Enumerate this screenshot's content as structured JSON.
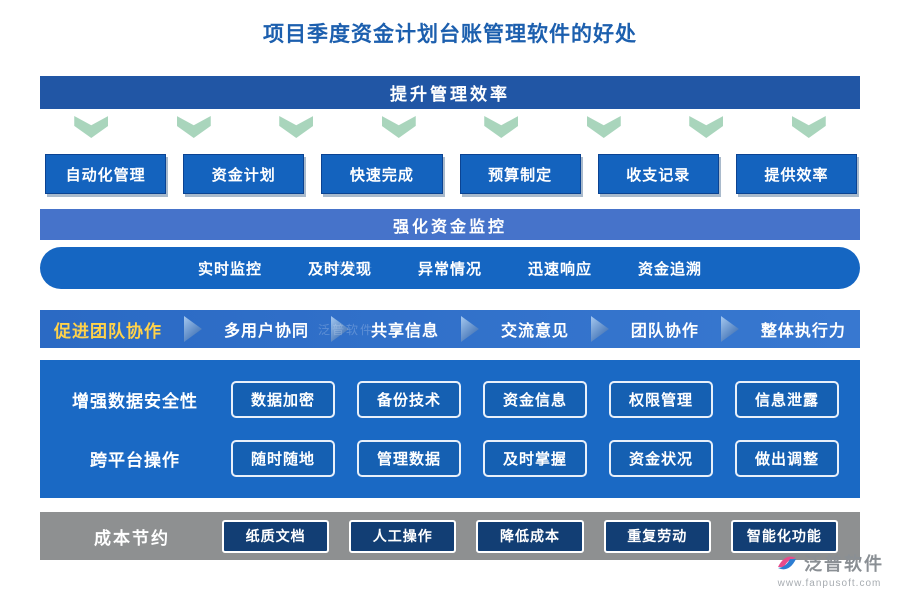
{
  "title": "项目季度资金计划台账管理软件的好处",
  "watermark": "泛普软件",
  "efficiency": {
    "banner": "提升管理效率",
    "items": [
      "自动化管理",
      "资金计划",
      "快速完成",
      "预算制定",
      "收支记录",
      "提供效率"
    ]
  },
  "monitoring": {
    "banner": "强化资金监控",
    "items": [
      "实时监控",
      "及时发现",
      "异常情况",
      "迅速响应",
      "资金追溯"
    ]
  },
  "teamwork": {
    "label": "促进团队协作",
    "items": [
      "多用户协同",
      "共享信息",
      "交流意见",
      "团队协作",
      "整体执行力"
    ]
  },
  "security": {
    "label": "增强数据安全性",
    "items": [
      "数据加密",
      "备份技术",
      "资金信息",
      "权限管理",
      "信息泄露"
    ]
  },
  "platform": {
    "label": "跨平台操作",
    "items": [
      "随时随地",
      "管理数据",
      "及时掌握",
      "资金状况",
      "做出调整"
    ]
  },
  "cost": {
    "label": "成本节约",
    "items": [
      "纸质文档",
      "人工操作",
      "降低成本",
      "重复劳动",
      "智能化功能"
    ]
  },
  "footer": {
    "brand": "泛普软件",
    "url": "www.fanpusoft.com"
  },
  "colors": {
    "title_blue": "#1C5FAE",
    "banner_dark_blue": "#2156A5",
    "banner_mid_blue": "#4673CA",
    "button_blue": "#1463BE",
    "block_blue": "#1A69C4",
    "arrow_green": "#A9D5BC",
    "team_label_gold": "#FFD24A",
    "gray_block": "#8E9091",
    "navy_button": "#123E74"
  }
}
